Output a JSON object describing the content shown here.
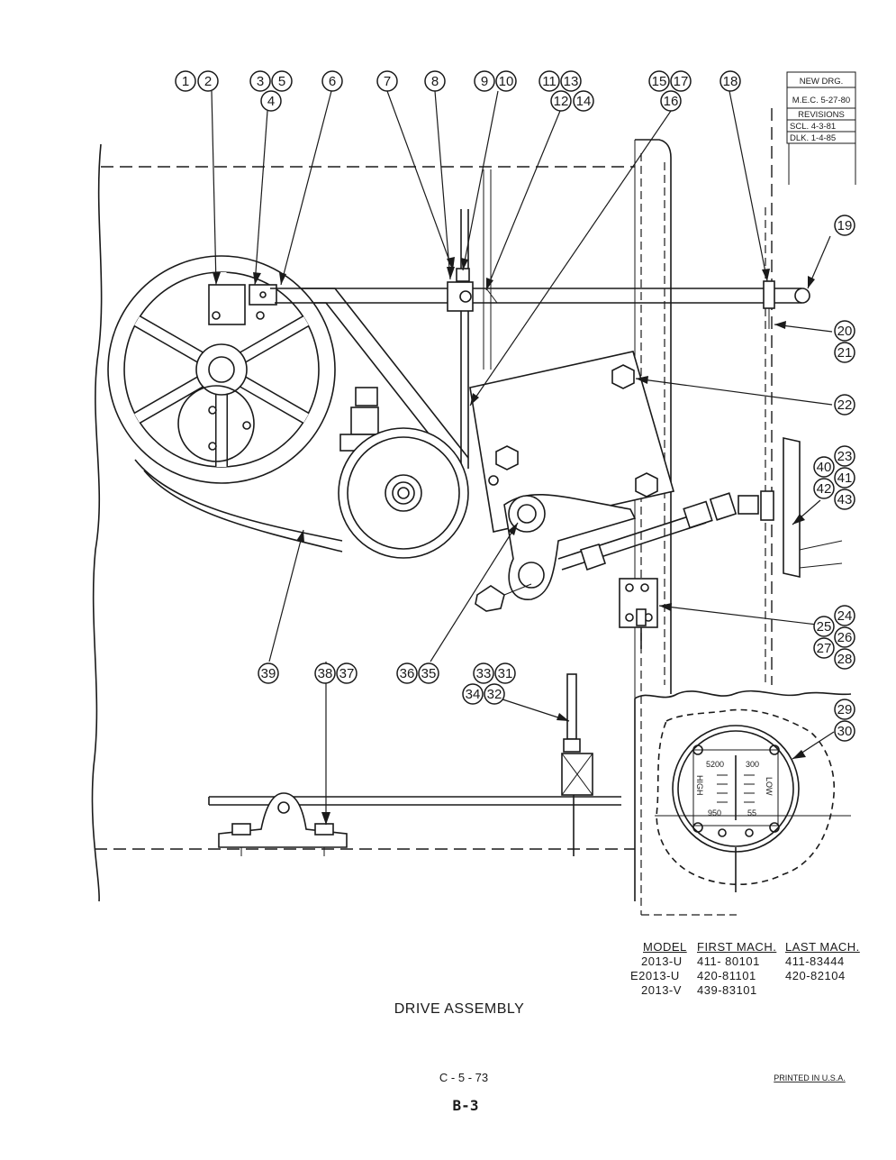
{
  "revision_block": {
    "new_drawing": "NEW DRG.",
    "new_drawing_by": "M.E.C. 5-27-80",
    "revisions_label": "REVISIONS",
    "revisions": [
      "SCL.  4-3-81",
      "DLK.  1-4-85"
    ]
  },
  "callouts": [
    {
      "id": "c1",
      "text": "1"
    },
    {
      "id": "c2",
      "text": "2"
    },
    {
      "id": "c3",
      "text": "3"
    },
    {
      "id": "c5",
      "text": "5"
    },
    {
      "id": "c4",
      "text": "4"
    },
    {
      "id": "c6",
      "text": "6"
    },
    {
      "id": "c7",
      "text": "7"
    },
    {
      "id": "c8",
      "text": "8"
    },
    {
      "id": "c9",
      "text": "9"
    },
    {
      "id": "c10",
      "text": "10"
    },
    {
      "id": "c11",
      "text": "11"
    },
    {
      "id": "c13",
      "text": "13"
    },
    {
      "id": "c12",
      "text": "12"
    },
    {
      "id": "c14",
      "text": "14"
    },
    {
      "id": "c15",
      "text": "15"
    },
    {
      "id": "c17",
      "text": "17"
    },
    {
      "id": "c16",
      "text": "16"
    },
    {
      "id": "c18",
      "text": "18"
    },
    {
      "id": "c19",
      "text": "19"
    },
    {
      "id": "c20",
      "text": "20"
    },
    {
      "id": "c21",
      "text": "21"
    },
    {
      "id": "c22",
      "text": "22"
    },
    {
      "id": "c23",
      "text": "23"
    },
    {
      "id": "c40",
      "text": "40"
    },
    {
      "id": "c41",
      "text": "41"
    },
    {
      "id": "c42",
      "text": "42"
    },
    {
      "id": "c43",
      "text": "43"
    },
    {
      "id": "c24",
      "text": "24"
    },
    {
      "id": "c25",
      "text": "25"
    },
    {
      "id": "c26",
      "text": "26"
    },
    {
      "id": "c27",
      "text": "27"
    },
    {
      "id": "c28",
      "text": "28"
    },
    {
      "id": "c29",
      "text": "29"
    },
    {
      "id": "c30",
      "text": "30"
    },
    {
      "id": "c39",
      "text": "39"
    },
    {
      "id": "c38",
      "text": "38"
    },
    {
      "id": "c37",
      "text": "37"
    },
    {
      "id": "c36",
      "text": "36"
    },
    {
      "id": "c35",
      "text": "35"
    },
    {
      "id": "c33",
      "text": "33"
    },
    {
      "id": "c31",
      "text": "31"
    },
    {
      "id": "c34",
      "text": "34"
    },
    {
      "id": "c32",
      "text": "32"
    }
  ],
  "gauge": {
    "high_top": "5200",
    "low_top": "300",
    "high_bottom": "950",
    "low_bottom": "55",
    "high_label": "HIGH",
    "low_label": "LOW"
  },
  "model_table": {
    "headers": {
      "model": "MODEL",
      "first": "FIRST MACH.",
      "last": "LAST MACH."
    },
    "rows": [
      {
        "model": "2013-U",
        "first": "411- 80101",
        "last": "411-83444"
      },
      {
        "model": "E2013-U",
        "first": "420-81101",
        "last": "420-82104"
      },
      {
        "model": "2013-V",
        "first": "439-83101",
        "last": ""
      }
    ]
  },
  "title": "DRIVE ASSEMBLY",
  "drawing_code": "C - 5 - 73",
  "printed": "PRINTED IN U.S.A.",
  "page_number": "B-3"
}
